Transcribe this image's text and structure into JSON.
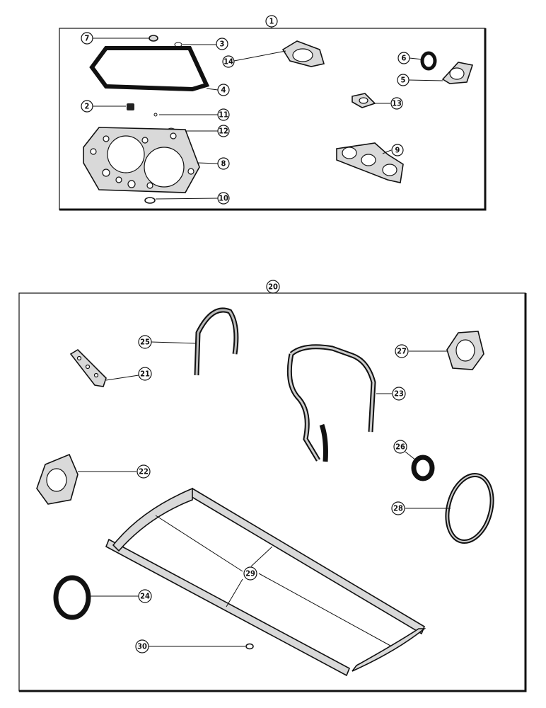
{
  "kit_upper": {
    "label": "1"
  },
  "kit_lower": {
    "label": "20"
  },
  "callouts": {
    "c2": "2",
    "c3": "3",
    "c4": "4",
    "c5": "5",
    "c6": "6",
    "c7": "7",
    "c8": "8",
    "c9": "9",
    "c10": "10",
    "c11": "11",
    "c12": "12",
    "c13": "13",
    "c14": "14",
    "c21": "21",
    "c22": "22",
    "c23": "23",
    "c24": "24",
    "c25": "25",
    "c26": "26",
    "c27": "27",
    "c28": "28",
    "c29": "29",
    "c30": "30"
  }
}
